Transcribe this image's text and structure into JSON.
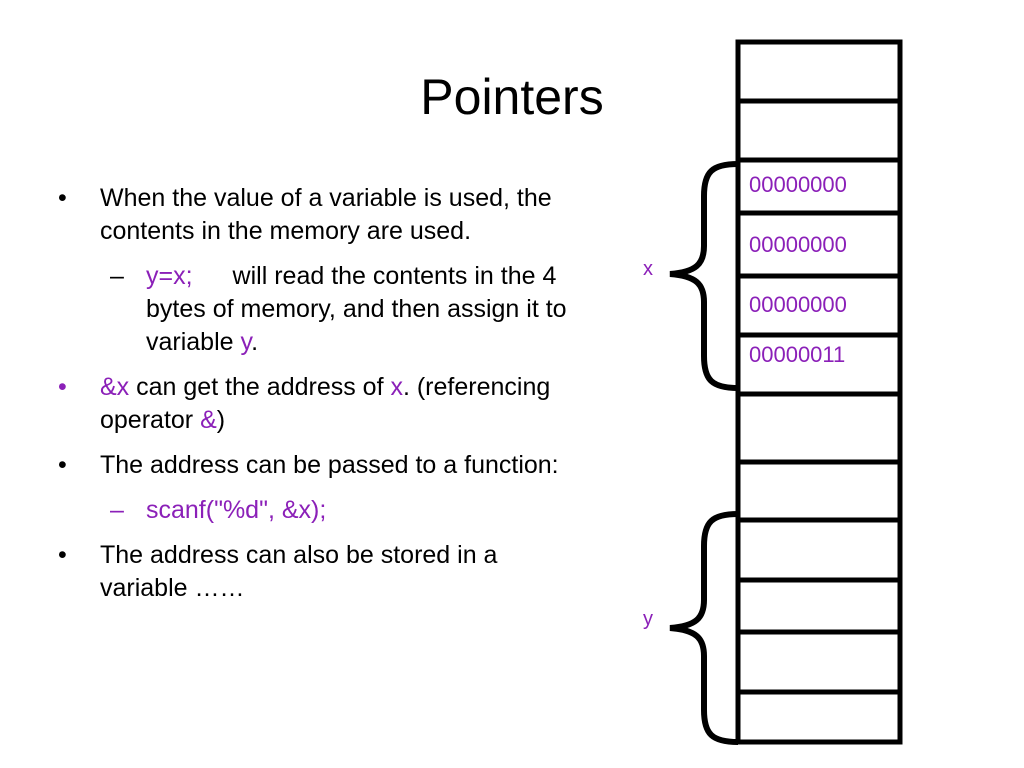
{
  "slide": {
    "title": "Pointers",
    "bullets": [
      {
        "level": 1,
        "marker": "•",
        "marker_color": "#000000",
        "parts": [
          {
            "text": "When the value of a variable is used, the contents in the memory are used.",
            "color": "#000000"
          }
        ]
      },
      {
        "level": 2,
        "marker": "–",
        "marker_color": "#000000",
        "parts": [
          {
            "text": "y=x;",
            "color": "#8B20B8"
          },
          {
            "text": "will read the contents in the 4 bytes of memory, and then assign it to variable ",
            "color": "#000000"
          },
          {
            "text": "y",
            "color": "#8B20B8"
          },
          {
            "text": ".",
            "color": "#000000"
          }
        ]
      },
      {
        "level": 1,
        "marker": "•",
        "marker_color": "#8B20B8",
        "parts": [
          {
            "text": "&x",
            "color": "#8B20B8"
          },
          {
            "text": " can get the address of ",
            "color": "#000000"
          },
          {
            "text": "x",
            "color": "#8B20B8"
          },
          {
            "text": ". (referencing operator ",
            "color": "#000000"
          },
          {
            "text": "&",
            "color": "#8B20B8"
          },
          {
            "text": ")",
            "color": "#000000"
          }
        ]
      },
      {
        "level": 1,
        "marker": "•",
        "marker_color": "#000000",
        "parts": [
          {
            "text": "The address can be passed to a function:",
            "color": "#000000"
          }
        ]
      },
      {
        "level": 2,
        "marker": "–",
        "marker_color": "#8B20B8",
        "parts": [
          {
            "text": "scanf(\"%d\", &x);",
            "color": "#8B20B8"
          }
        ]
      },
      {
        "level": 1,
        "marker": "•",
        "marker_color": "#000000",
        "parts": [
          {
            "text": "The address can also be stored in a variable ……",
            "color": "#000000"
          }
        ]
      }
    ]
  },
  "memory": {
    "x_label": "x",
    "y_label": "y",
    "x_bytes": [
      "00000000",
      "00000000",
      "00000000",
      "00000011"
    ]
  },
  "colors": {
    "accent": "#8B20B8",
    "text": "#000000",
    "background": "#FFFFFF"
  }
}
